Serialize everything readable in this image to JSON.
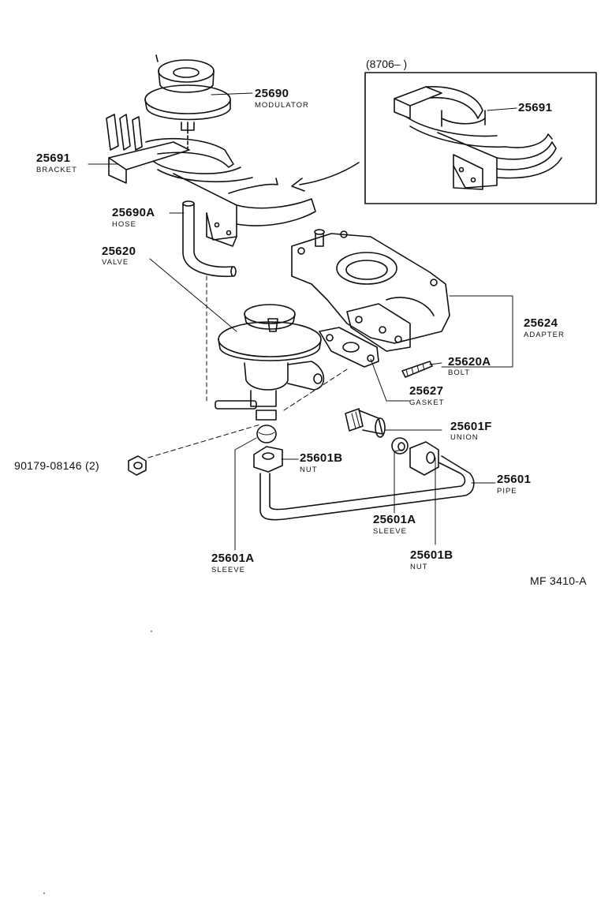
{
  "inset": {
    "date_code": "(8706–        )",
    "part_number": "25691"
  },
  "callouts": {
    "modulator": {
      "part_number": "25690",
      "name": "MODULATOR"
    },
    "bracket": {
      "part_number": "25691",
      "name": "BRACKET"
    },
    "hose": {
      "part_number": "25690A",
      "name": "HOSE"
    },
    "valve": {
      "part_number": "25620",
      "name": "VALVE"
    },
    "adapter": {
      "part_number": "25624",
      "name": "ADAPTER"
    },
    "bolt": {
      "part_number": "25620A",
      "name": "BOLT"
    },
    "gasket": {
      "part_number": "25627",
      "name": "GASKET"
    },
    "union": {
      "part_number": "25601F",
      "name": "UNION"
    },
    "nut_left": {
      "part_number": "25601B",
      "name": "NUT"
    },
    "pipe": {
      "part_number": "25601",
      "name": "PIPE"
    },
    "sleeve_right": {
      "part_number": "25601A",
      "name": "SLEEVE"
    },
    "sleeve_left": {
      "part_number": "25601A",
      "name": "SLEEVE"
    },
    "nut_right": {
      "part_number": "25601B",
      "name": "NUT"
    },
    "screw": {
      "part_number": "90179-08146 (2)"
    }
  },
  "figure_code": "MF 3410-A"
}
